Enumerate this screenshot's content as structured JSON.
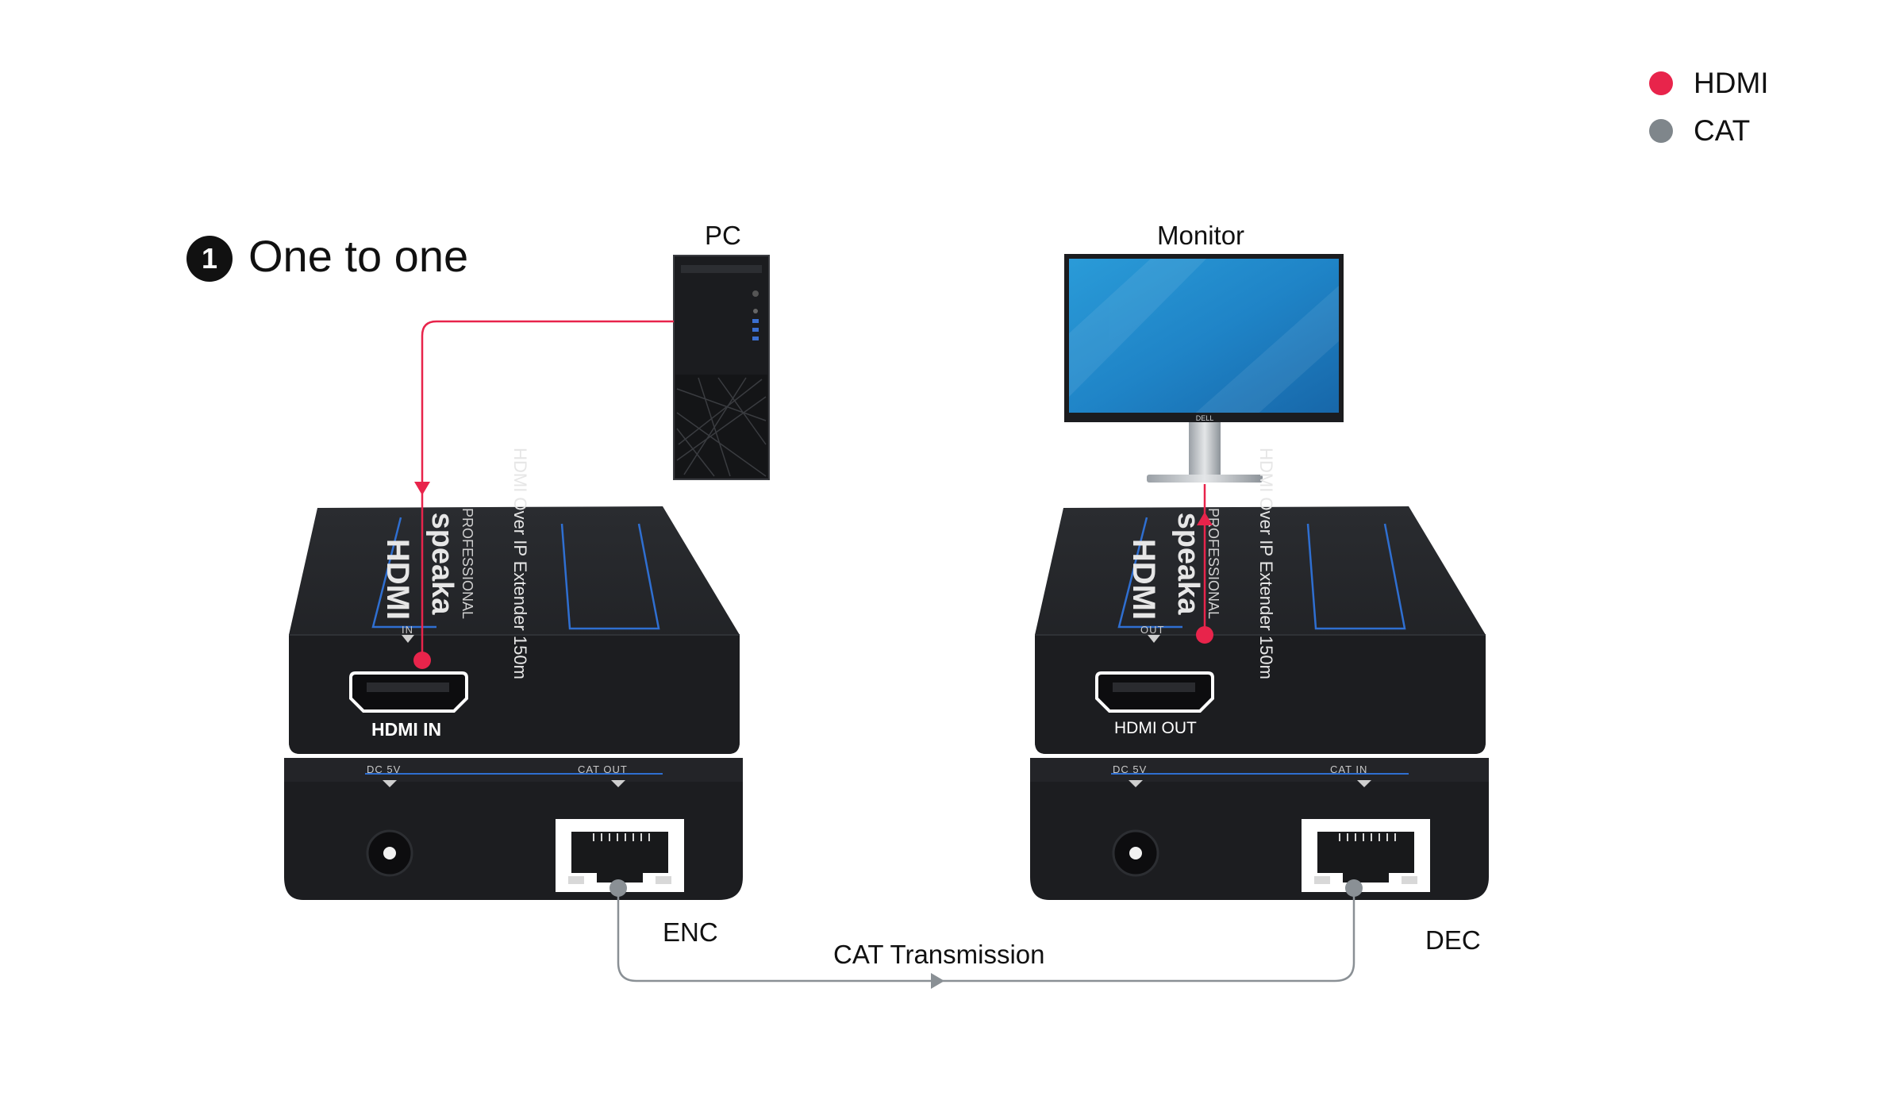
{
  "legend": {
    "hdmi_label": "HDMI",
    "cat_label": "CAT",
    "hdmi_color": "#e8244b",
    "cat_color": "#7f868b"
  },
  "section": {
    "number": "1",
    "title": "One to one"
  },
  "devices": {
    "pc_label": "PC",
    "monitor_label": "Monitor",
    "monitor_brand": "DELL",
    "encoder_label": "ENC",
    "decoder_label": "DEC"
  },
  "encoder": {
    "hdmi_port_label": "HDMI IN",
    "top_port_label": "IN",
    "dc_label": "DC 5V",
    "cat_label": "CAT OUT"
  },
  "decoder": {
    "hdmi_port_label": "HDMI OUT",
    "top_port_label": "OUT",
    "dc_label": "DC 5V",
    "cat_label": "CAT IN"
  },
  "link": {
    "label": "CAT Transmission"
  },
  "colors": {
    "device_body": "#1c1d20",
    "device_edge": "#2b2d31",
    "accent_blue": "#2f6fd1"
  }
}
